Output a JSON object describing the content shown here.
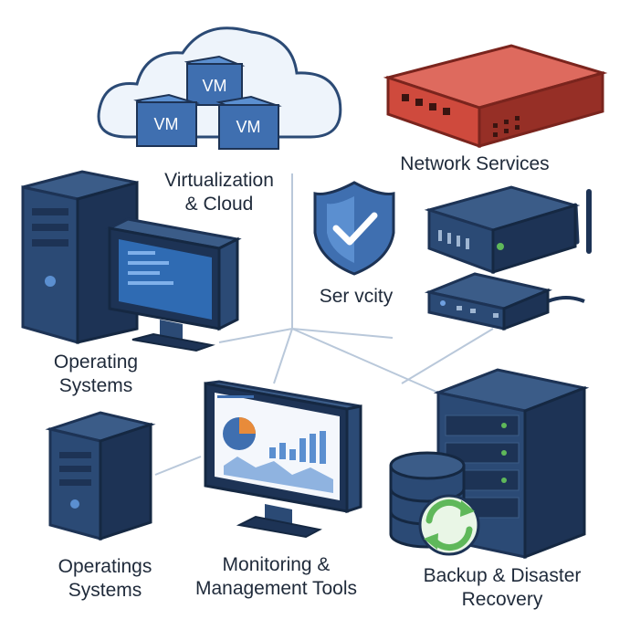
{
  "labels": {
    "virtualization": {
      "line1": "Virtualization",
      "line2": "& Cloud"
    },
    "network_services": {
      "line1": "Network Services"
    },
    "security": {
      "line1": "Ser vcity"
    },
    "operating_systems_top": {
      "line1": "Operating",
      "line2": "Systems"
    },
    "operating_systems_bottom": {
      "line1": "Operatings",
      "line2": "Systems"
    },
    "monitoring": {
      "line1": "Monitoring &",
      "line2": "Management Tools"
    },
    "backup": {
      "line1": "Backup & Disaster",
      "line2": "Recovery"
    }
  },
  "vm_boxes": [
    "VM",
    "VM",
    "VM"
  ],
  "colors": {
    "navy": "#2b4a75",
    "navy_dark": "#1d3355",
    "blue": "#3f6fb0",
    "screen_blue": "#2f6bb3",
    "router_red": "#cf4a3d",
    "router_dark": "#962f26",
    "green": "#5fb85a",
    "line": "#b9c8da"
  }
}
